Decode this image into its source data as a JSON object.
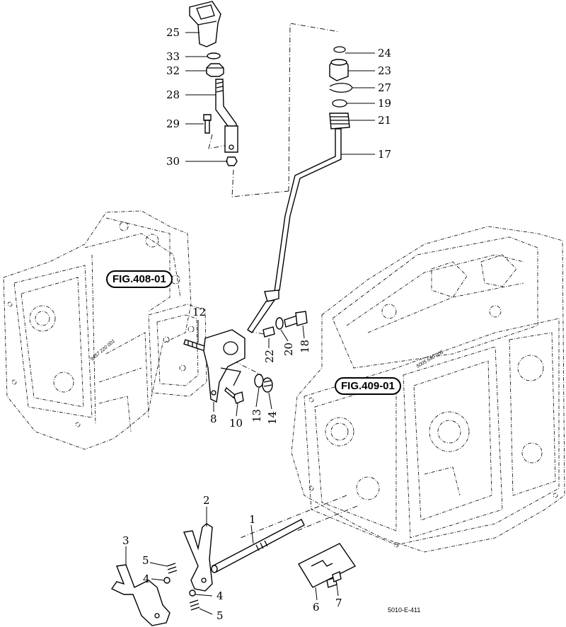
{
  "figure_refs": {
    "left_housing": "FIG.408-01",
    "right_housing": "FIG.409-01"
  },
  "housing_stamps": {
    "left": "9457 220 001",
    "right": "5005 640 005"
  },
  "callouts": {
    "c1": "1",
    "c2": "2",
    "c3": "3",
    "c4a": "4",
    "c4b": "4",
    "c5a": "5",
    "c5b": "5",
    "c6": "6",
    "c7": "7",
    "c8": "8",
    "c10": "10",
    "c12": "12",
    "c13": "13",
    "c14": "14",
    "c17": "17",
    "c18": "18",
    "c19": "19",
    "c20": "20",
    "c21": "21",
    "c22": "22",
    "c23": "23",
    "c24": "24",
    "c25": "25",
    "c27": "27",
    "c28": "28",
    "c29": "29",
    "c30": "30",
    "c32": "32",
    "c33": "33"
  },
  "sheet_code": "5010-E-411"
}
